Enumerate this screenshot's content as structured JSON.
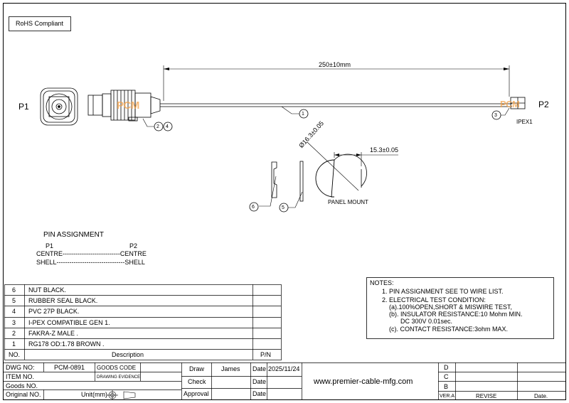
{
  "rohs": "RoHS Compliant",
  "labels": {
    "p1": "P1",
    "p2": "P2",
    "dim_length": "250±10mm",
    "ipex": "IPEX1",
    "diameter": "Ø16.3±0.05",
    "flat": "15.3±0.05",
    "panel_mount": "PANEL MOUNT",
    "watermark": "PCM"
  },
  "balloons": {
    "b1": "1",
    "b2": "2",
    "b3": "3",
    "b4": "4",
    "b5": "5",
    "b6": "6"
  },
  "pin": {
    "title": "PIN  ASSIGNMENT",
    "p1": "P1",
    "p2": "P2",
    "row1": "CENTRE---------------------------CENTRE",
    "row2": "SHELL--------------------------------SHELL"
  },
  "bom": {
    "rows": [
      {
        "no": "6",
        "desc": "NUT BLACK."
      },
      {
        "no": "5",
        "desc": "RUBBER SEAL BLACK."
      },
      {
        "no": "4",
        "desc": "PVC 27P BLACK."
      },
      {
        "no": "3",
        "desc": "I-PEX COMPATIBLE GEN 1."
      },
      {
        "no": "2",
        "desc": "FAKRA-Z MALE ."
      },
      {
        "no": "1",
        "desc": "RG178  OD:1.78 BROWN ."
      }
    ],
    "header": {
      "no": "NO.",
      "desc": "Description",
      "pn": "P/N"
    }
  },
  "notes": {
    "title": "NOTES:",
    "lines": [
      "1. PIN ASSIGNMENT SEE TO WIRE LIST.",
      "2. ELECTRICAL TEST CONDITION:",
      "(a).100%OPEN,SHORT & MISWIRE TEST,",
      "(b). INSULATOR RESISTANCE:10 Mohm MIN.",
      "DC 300V 0.01sec.",
      "(c). CONTACT RESISTANCE:3ohm MAX."
    ]
  },
  "title_block": {
    "dwg_no_label": "DWG NO:",
    "dwg_no": "PCM-0891",
    "goods_code_label": "GOODS CODE",
    "item_no_label": "ITEM NO.",
    "drawing_evidence": "DRAWING EVIDENCE",
    "goods_no_label": "Goods NO.",
    "original_no_label": "Original NO.",
    "unit": "Unit(mm)",
    "draw_label": "Draw",
    "draw_name": "James",
    "check_label": "Check",
    "approval_label": "Approval",
    "date_label": "Date",
    "date_value": "2025/11/24",
    "website": "www.premier-cable-mfg.com",
    "rev_d": "D",
    "rev_c": "C",
    "rev_b": "B",
    "ver": "VER.A",
    "revise": "REVISE",
    "date_col": "Date."
  }
}
